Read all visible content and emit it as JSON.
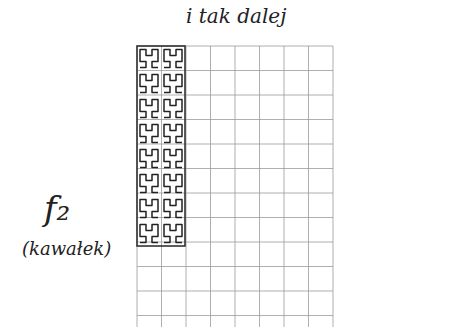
{
  "diagram": {
    "labels": [
      "i tak dalej",
      "f₂",
      "(kawałek)"
    ]
  }
}
